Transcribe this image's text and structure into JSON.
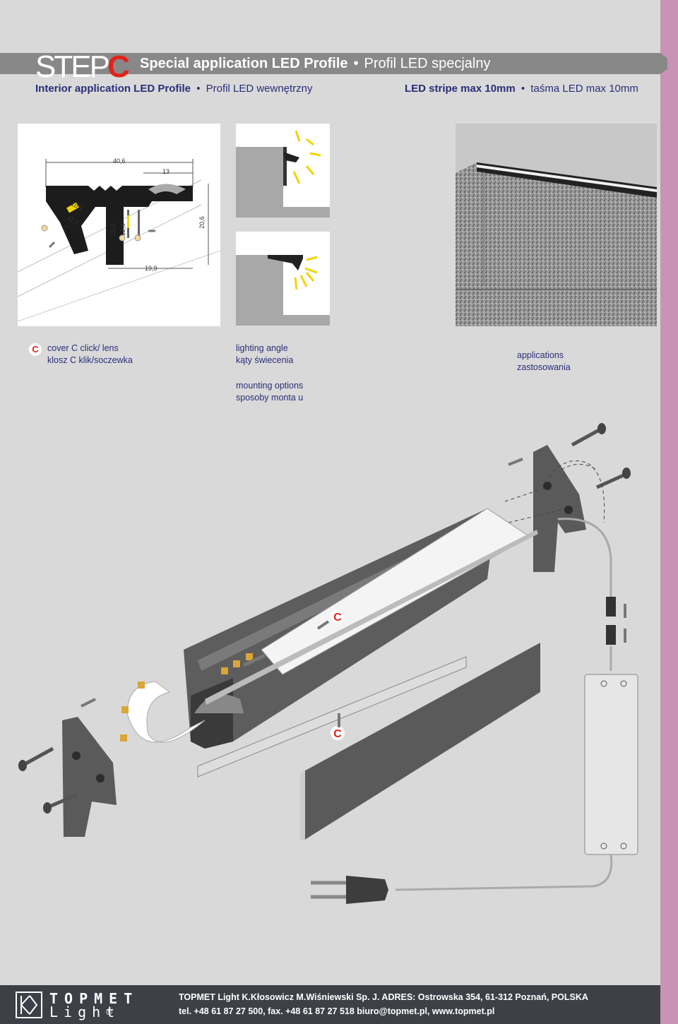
{
  "header": {
    "step_word": "STEP",
    "step_letter": "C",
    "title_bold": "Special application LED Profile",
    "bullet": "•",
    "title_light": "Profil LED specjalny",
    "sub_left_bold": "Interior application LED Profile",
    "sub_left_light": "Profil LED wewnętrzny",
    "sub_right_bold": "LED stripe max 10mm",
    "sub_right_light": "taśma LED max 10mm"
  },
  "dimensions": {
    "d1": "40,6",
    "d2": "13",
    "d3": "10,3",
    "d4": "12,6",
    "d5": "10,5",
    "d6": "12,6",
    "d7": "20,6",
    "d8": "19,9"
  },
  "labels": {
    "cover_badge": "C",
    "cover_en": "cover C click/ lens",
    "cover_pl": "klosz C klik/soczewka",
    "angle_en": "lighting angle",
    "angle_pl": "kąty świecenia",
    "mount_en": "mounting options",
    "mount_pl": "sposoby monta u",
    "app_en": "applications",
    "app_pl": "zastosowania"
  },
  "diagram": {
    "cover_marker_1": "C",
    "cover_marker_2": "C"
  },
  "footer": {
    "logo_top": "TOPMET",
    "logo_bottom": "Light",
    "registered": "®",
    "line1": "TOPMET Light   K.Kłosowicz  M.Wiśniewski Sp. J.  ADRES: Ostrowska 354, 61-312 Poznań,  POLSKA",
    "line2": "tel. +48 61 87 27 500, fax. +48 61 87 27 518  biuro@topmet.pl, www.topmet.pl"
  },
  "colors": {
    "accent_red": "#e2231a",
    "text_navy": "#2b2d79",
    "side_strip": "#c893b4",
    "footer_bg": "#3d4046"
  }
}
